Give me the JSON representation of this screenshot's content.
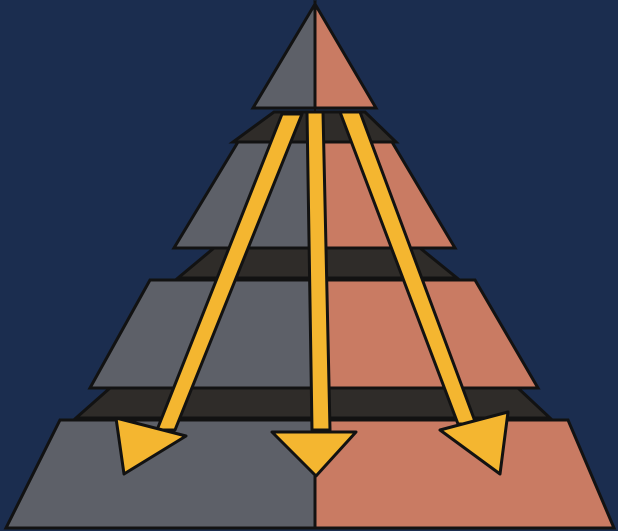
{
  "diagram": {
    "kind": "layered pyramid with downward arrows",
    "layer_count": 4,
    "gap_count": 3,
    "arrow_count": 3,
    "halves": [
      "left-gray",
      "right-terracotta"
    ],
    "colors": {
      "background": "#1b2d4f",
      "left_half": "#5d6068",
      "right_half": "#c97b63",
      "gap_band": "#33302c",
      "gap_band_shadow": "#24221f",
      "arrow_fill": "#f4b630",
      "outline": "#121212"
    }
  }
}
